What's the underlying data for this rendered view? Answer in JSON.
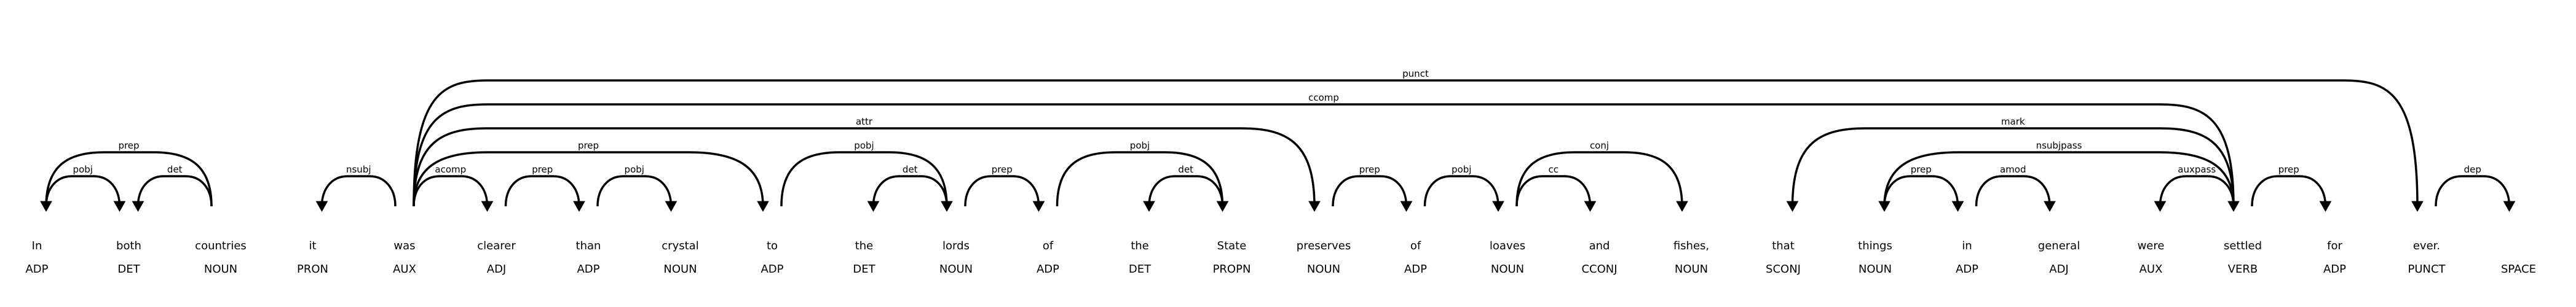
{
  "tokens": [
    {
      "text": "In",
      "tag": "ADP"
    },
    {
      "text": "both",
      "tag": "DET"
    },
    {
      "text": "countries",
      "tag": "NOUN"
    },
    {
      "text": "it",
      "tag": "PRON"
    },
    {
      "text": "was",
      "tag": "AUX"
    },
    {
      "text": "clearer",
      "tag": "ADJ"
    },
    {
      "text": "than",
      "tag": "ADP"
    },
    {
      "text": "crystal",
      "tag": "NOUN"
    },
    {
      "text": "to",
      "tag": "ADP"
    },
    {
      "text": "the",
      "tag": "DET"
    },
    {
      "text": "lords",
      "tag": "NOUN"
    },
    {
      "text": "of",
      "tag": "ADP"
    },
    {
      "text": "the",
      "tag": "DET"
    },
    {
      "text": "State",
      "tag": "PROPN"
    },
    {
      "text": "preserves",
      "tag": "NOUN"
    },
    {
      "text": "of",
      "tag": "ADP"
    },
    {
      "text": "loaves",
      "tag": "NOUN"
    },
    {
      "text": "and",
      "tag": "CCONJ"
    },
    {
      "text": "fishes,",
      "tag": "NOUN"
    },
    {
      "text": "that",
      "tag": "SCONJ"
    },
    {
      "text": "things",
      "tag": "NOUN"
    },
    {
      "text": "in",
      "tag": "ADP"
    },
    {
      "text": "general",
      "tag": "ADJ"
    },
    {
      "text": "were",
      "tag": "AUX"
    },
    {
      "text": "settled",
      "tag": "VERB"
    },
    {
      "text": "for",
      "tag": "ADP"
    },
    {
      "text": "ever.",
      "tag": "PUNCT"
    },
    {
      "text": "",
      "tag": "SPACE"
    }
  ],
  "arcs": [
    {
      "start": 0,
      "end": 2,
      "label": "prep",
      "dir": "left"
    },
    {
      "start": 1,
      "end": 2,
      "label": "det",
      "dir": "left"
    },
    {
      "start": 0,
      "end": 1,
      "label": "pobj",
      "dir": "right"
    },
    {
      "start": 3,
      "end": 4,
      "label": "nsubj",
      "dir": "left"
    },
    {
      "start": 4,
      "end": 5,
      "label": "acomp",
      "dir": "right"
    },
    {
      "start": 5,
      "end": 6,
      "label": "prep",
      "dir": "right"
    },
    {
      "start": 6,
      "end": 7,
      "label": "pobj",
      "dir": "right"
    },
    {
      "start": 4,
      "end": 8,
      "label": "prep",
      "dir": "right"
    },
    {
      "start": 9,
      "end": 10,
      "label": "det",
      "dir": "left"
    },
    {
      "start": 8,
      "end": 10,
      "label": "pobj",
      "dir": "right"
    },
    {
      "start": 10,
      "end": 11,
      "label": "prep",
      "dir": "right"
    },
    {
      "start": 12,
      "end": 13,
      "label": "det",
      "dir": "left"
    },
    {
      "start": 11,
      "end": 13,
      "label": "pobj",
      "dir": "right"
    },
    {
      "start": 4,
      "end": 14,
      "label": "attr",
      "dir": "right"
    },
    {
      "start": 14,
      "end": 15,
      "label": "prep",
      "dir": "right"
    },
    {
      "start": 15,
      "end": 16,
      "label": "pobj",
      "dir": "right"
    },
    {
      "start": 16,
      "end": 17,
      "label": "cc",
      "dir": "right"
    },
    {
      "start": 16,
      "end": 18,
      "label": "conj",
      "dir": "right"
    },
    {
      "start": 19,
      "end": 24,
      "label": "mark",
      "dir": "left"
    },
    {
      "start": 20,
      "end": 24,
      "label": "nsubjpass",
      "dir": "left"
    },
    {
      "start": 20,
      "end": 21,
      "label": "prep",
      "dir": "right"
    },
    {
      "start": 21,
      "end": 22,
      "label": "amod",
      "dir": "right"
    },
    {
      "start": 23,
      "end": 24,
      "label": "auxpass",
      "dir": "left"
    },
    {
      "start": 4,
      "end": 24,
      "label": "ccomp",
      "dir": "right"
    },
    {
      "start": 24,
      "end": 25,
      "label": "prep",
      "dir": "right"
    },
    {
      "start": 4,
      "end": 26,
      "label": "punct",
      "dir": "right"
    },
    {
      "start": 26,
      "end": 27,
      "label": "dep",
      "dir": "right"
    }
  ]
}
